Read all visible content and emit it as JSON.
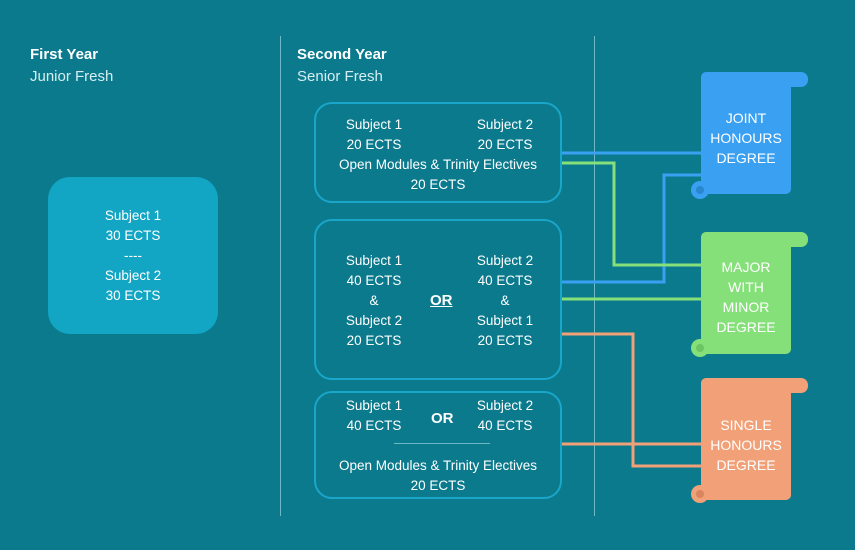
{
  "columns": {
    "first_year": {
      "title": "First Year",
      "subtitle": "Junior Fresh"
    },
    "second_year": {
      "title": "Second Year",
      "subtitle": "Senior Fresh"
    }
  },
  "first_year_box": {
    "line1": "Subject 1",
    "line2": "30 ECTS",
    "separator": "----",
    "line3": "Subject 2",
    "line4": "30 ECTS"
  },
  "option_a": {
    "left_subject": "Subject 1",
    "left_ects": "20 ECTS",
    "right_subject": "Subject 2",
    "right_ects": "20 ECTS",
    "electives": "Open Modules & Trinity Electives",
    "electives_ects": "20 ECTS"
  },
  "option_b": {
    "left": [
      "Subject 1",
      "40 ECTS",
      "&",
      "Subject 2",
      "20 ECTS"
    ],
    "or": "OR",
    "right": [
      "Subject 2",
      "40 ECTS",
      "&",
      "Subject 1",
      "20 ECTS"
    ]
  },
  "option_c": {
    "left_subject": "Subject 1",
    "left_ects": "40 ECTS",
    "or": "OR",
    "right_subject": "Subject 2",
    "right_ects": "40 ECTS",
    "electives": "Open Modules & Trinity Electives",
    "electives_ects": "20 ECTS"
  },
  "degrees": [
    {
      "lines": [
        "JOINT",
        "HONOURS",
        "DEGREE"
      ],
      "color": "#3aa0f2"
    },
    {
      "lines": [
        "MAJOR",
        "WITH",
        "MINOR",
        "DEGREE"
      ],
      "color": "#86e07a"
    },
    {
      "lines": [
        "SINGLE",
        "HONOURS",
        "DEGREE"
      ],
      "color": "#f2a077"
    }
  ],
  "colors": {
    "background": "#0b7a8d",
    "first_year_box": "#12a6c4",
    "option_border": "#19a6c9",
    "joint_line": "#3aa0f2",
    "major_line": "#86e07a",
    "single_line": "#f2a077"
  }
}
